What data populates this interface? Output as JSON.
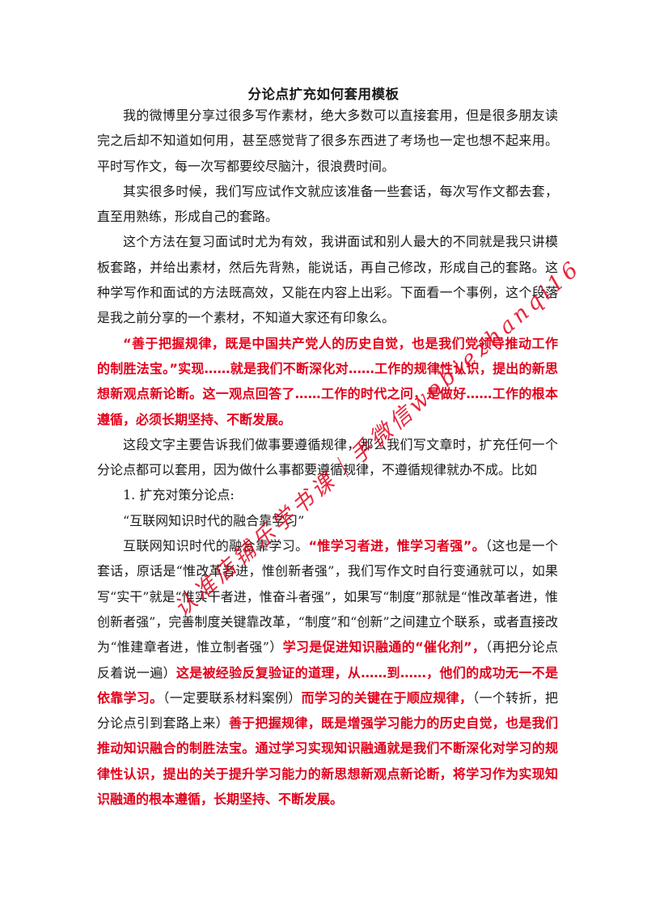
{
  "document": {
    "title": "分论点扩充如何套用模板",
    "p1": "我的微博里分享过很多写作素材，绝大多数可以直接套用，但是很多朋友读完之后却不知道如何用，甚至感觉背了很多东西进了考场也一定也想不起来用。平时写作文，每一次写都要绞尽脑汁，很浪费时间。",
    "p2": "其实很多时候，我们写应试作文就应该准备一些套话，每次写作文都去套，直至用熟练，形成自己的套路。",
    "p3": "这个方法在复习面试时尤为有效，我讲面试和别人最大的不同就是我只讲模板套路，并给出素材，然后先背熟，能说话，再自己修改，形成自己的套路。这种学写作和面试的方法既高效，又能在内容上出彩。下面看一个事例，这个段落是我之前分享的一个素材，不知道大家还有印象么。",
    "p4_red": "“善于把握规律，既是中国共产党人的历史自觉，也是我们党领导推动工作的制胜法宝。”实现……就是我们不断深化对……工作的规律性认识，提出的新思想新观点新论断。这一观点回答了……工作的时代之问，是做好……工作的根本遵循，必须长期坚持、不断发展。",
    "p5": "这段文字主要告诉我们做事要遵循规律，那么我们写文章时，扩充任何一个分论点都可以套用，因为做什么事都要遵循规律，不遵循规律就办不成。比如",
    "p6": "1. 扩充对策分论点:",
    "p7": "“互联网知识时代的融合靠学习”",
    "p8": {
      "s1": "互联网知识时代的融合靠学习。",
      "s2_red": "“惟学习者进，惟学习者强”。",
      "s3": "（这也是一个套话，原话是“惟改革者进，惟创新者强”，我们写作文时自行变通就可以，如果写“实干”就是“惟实干者进，惟奋斗者强”，如果写“制度”那就是“惟改革者进，惟创新者强”，完善制度关键靠改革，“制度”和“创新”之间建立个联系，或者直接改为“惟建章者进，惟立制者强”）",
      "s4_red": "学习是促进知识融通的“催化剂”，",
      "s5": "（再把分论点反着说一遍）",
      "s6_red": "这是被经验反复验证的道理，从……到……，他们的成功无一不是依靠学习。",
      "s7": "（一定要联系材料案例）",
      "s8_red": "而学习的关键在于顺应规律，",
      "s9": "（一个转折，把分论点引到套路上来）",
      "s10_red": "善于把握规律，既是增强学习能力的历史自觉，也是我们推动知识融合的制胜法宝。通过学习实现知识融通就是我们不断深化对学习的规律性认识，提出的关于提升学习能力的新思想新观点新论断，将学习作为实现知识融通的根本遵循，长期坚持、不断发展。"
    }
  },
  "watermark": {
    "text": "认准店铺乐学书课｜手微信wobiezhanqi16"
  },
  "colors": {
    "highlight": "#e3001b",
    "text": "#1a1a1a",
    "background": "#ffffff"
  }
}
